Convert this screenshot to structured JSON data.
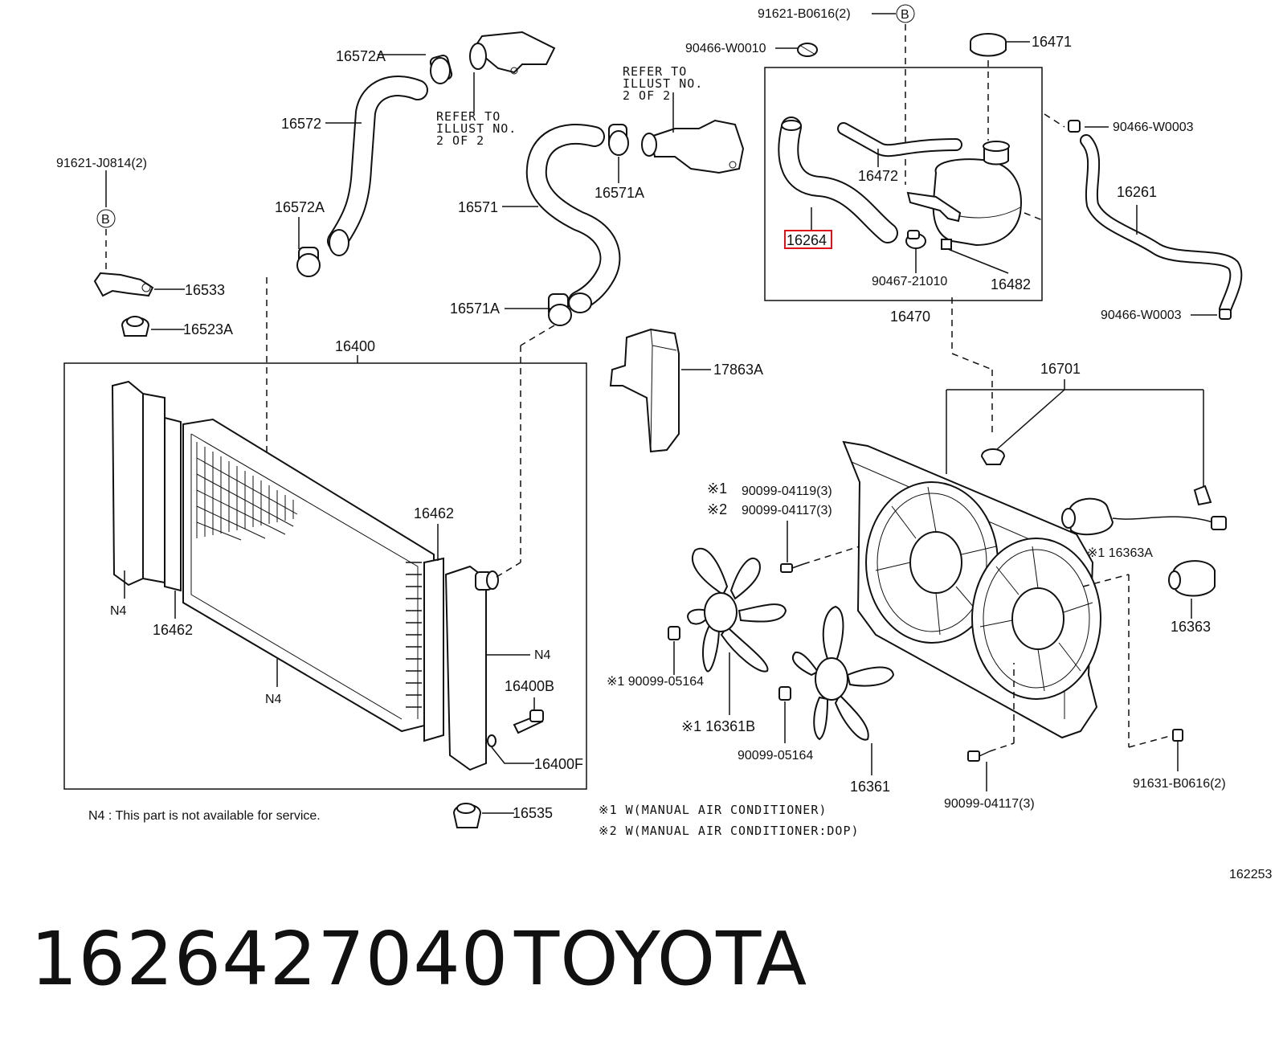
{
  "labels": {
    "p16572A_top": "16572A",
    "p16572": "16572",
    "refer_left": [
      "REFER TO",
      "ILLUST NO.",
      "2 OF 2"
    ],
    "p91621_J0814": "91621-J0814(2)",
    "b_marker": "B",
    "p16572A_mid": "16572A",
    "p16533": "16533",
    "p16523A": "16523A",
    "p91621_B0616": "91621-B0616(2)",
    "p90466_W0010": "90466-W0010",
    "refer_right": [
      "REFER TO",
      "ILLUST NO.",
      "2 OF 2"
    ],
    "p16571": "16571",
    "p16571A_top": "16571A",
    "p16571A_bot": "16571A",
    "p16471": "16471",
    "p16472": "16472",
    "p16264": "16264",
    "p90467_21010": "90467-21010",
    "p16482": "16482",
    "p16470": "16470",
    "p90466_W0003_top": "90466-W0003",
    "p16261": "16261",
    "p90466_W0003_bot": "90466-W0003",
    "p17863A": "17863A",
    "p16400": "16400",
    "p16462_right": "16462",
    "p16462_left": "16462",
    "n4_left": "N4",
    "n4_bottom": "N4",
    "n4_right": "N4",
    "p16400B": "16400B",
    "p16400F": "16400F",
    "p16535": "16535",
    "n4_note": "N4 : This part is not available for service.",
    "p16701": "16701",
    "note1_mark": "※1",
    "note2_mark": "※2",
    "p90099_04119": "90099-04119(3)",
    "p90099_04117_top": "90099-04117(3)",
    "p16363A": "※1 16363A",
    "p16363": "16363",
    "p90099_05164_left": "※1 90099-05164",
    "p16361B": "※1 16361B",
    "p90099_05164_mid": "90099-05164",
    "p16361": "16361",
    "p90099_04117_bot": "90099-04117(3)",
    "p91631_B0616": "91631-B0616(2)",
    "legend1": "※1 W(MANUAL AIR CONDITIONER)",
    "legend2": "※2 W(MANUAL AIR CONDITIONER:DOP)",
    "diagram_id": "162253"
  },
  "footer": {
    "part_number": "1626427040",
    "brand": "TOYOTA"
  },
  "colors": {
    "highlight": "#e0101a",
    "line": "#111111",
    "background": "#ffffff"
  }
}
